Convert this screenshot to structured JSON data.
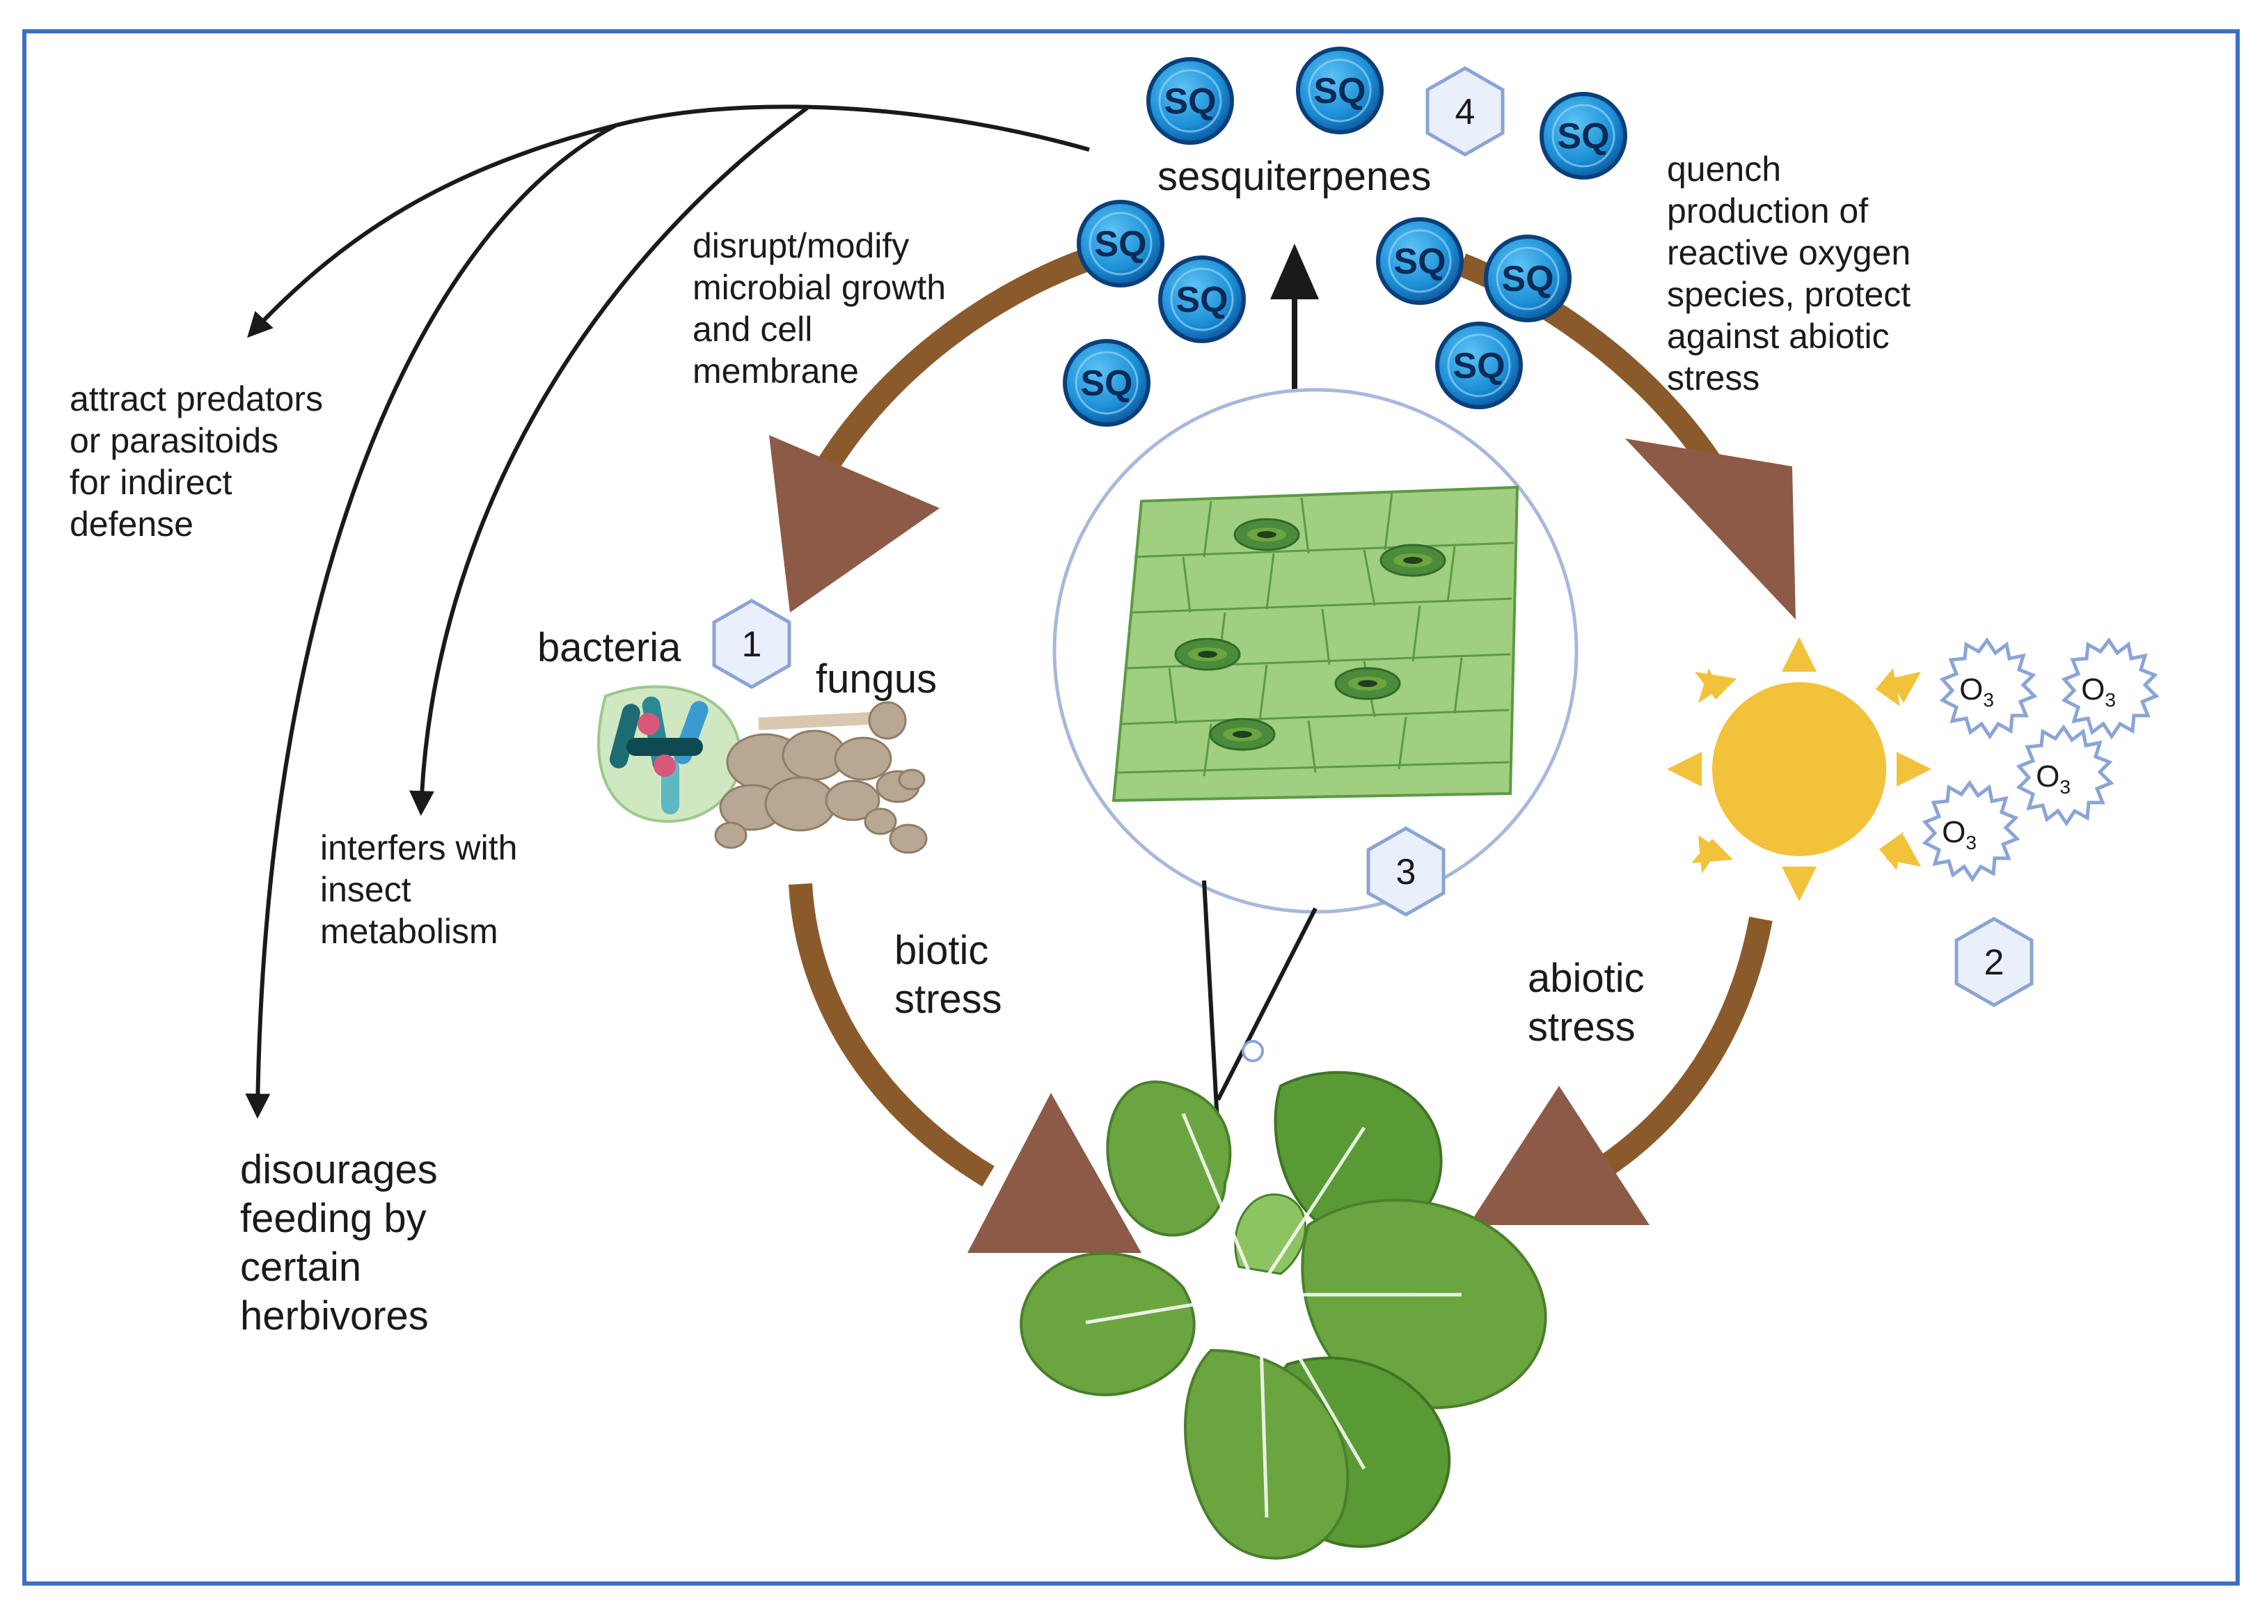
{
  "labels": {
    "sesquiterpenes": "sesquiterpenes",
    "disrupt": [
      "disrupt/modify",
      "microbial growth",
      "and cell",
      "membrane"
    ],
    "quench": [
      "quench",
      "production of",
      "reactive oxygen",
      "species, protect",
      "against abiotic",
      "stress"
    ],
    "attract": [
      "attract predators",
      "or parasitoids",
      "for indirect",
      "defense"
    ],
    "interferes": [
      "interfers with",
      "insect",
      "metabolism"
    ],
    "discourages": [
      "disourages",
      "feeding by",
      "certain",
      "herbivores"
    ],
    "bacteria": "bacteria",
    "fungus": "fungus",
    "biotic": [
      "biotic",
      "stress"
    ],
    "abiotic": [
      "abiotic",
      "stress"
    ]
  },
  "badges": {
    "one": "1",
    "two": "2",
    "three": "3",
    "four": "4"
  },
  "molecule_label": "SQ",
  "ozone_label": {
    "main": "O",
    "sub": "3"
  },
  "colors": {
    "frame": "#3d6fc4",
    "cycle_arrow": "#8b5a2b",
    "arrowhead": "#8c5a46",
    "sq_fill": "#1c8fd6",
    "sun": "#f2c23a",
    "leaf": "#6aa53f",
    "hexagon_fill": "#eaf0fb",
    "hexagon_stroke": "#8aa4d6"
  },
  "icons": [
    "sesquiterpene-molecule-icon",
    "bacteria-icon",
    "fungus-icon",
    "sun-icon",
    "ozone-icon",
    "plant-icon",
    "leaf-epidermis-icon"
  ]
}
